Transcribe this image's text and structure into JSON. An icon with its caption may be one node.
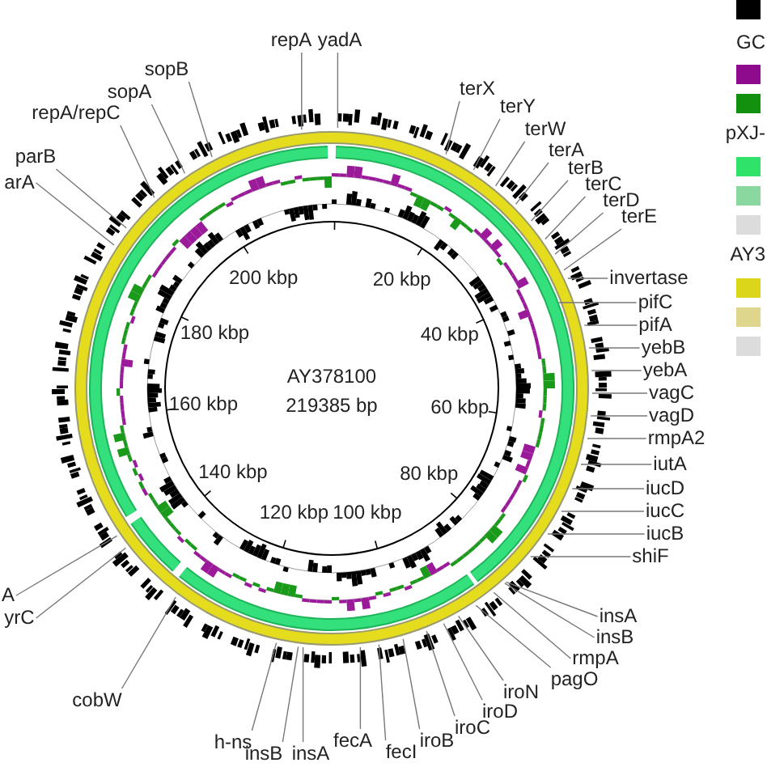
{
  "diagram": {
    "nodes": [
      {
        "text": [
          "repA"
        ]
      },
      {
        "text": [
          "yadA"
        ]
      },
      {
        "text": [
          "sopB"
        ]
      },
      {
        "text": [
          "sopA"
        ]
      },
      {
        "text": [
          "repA/repC"
        ]
      },
      {
        "text": [
          "parB"
        ]
      },
      {
        "text": [
          "arA"
        ]
      },
      {
        "text": [
          "terX"
        ]
      },
      {
        "text": [
          "terY"
        ]
      },
      {
        "text": [
          "terW"
        ]
      },
      {
        "text": [
          "terA"
        ]
      },
      {
        "text": [
          "terB"
        ]
      },
      {
        "text": [
          "terC"
        ]
      },
      {
        "text": [
          "terD"
        ]
      },
      {
        "text": [
          "terE"
        ]
      },
      {
        "text": [
          "invertase"
        ]
      },
      {
        "text": [
          "pifC"
        ]
      },
      {
        "text": [
          "pifA"
        ]
      },
      {
        "text": [
          "yebB"
        ]
      },
      {
        "text": [
          "yebA"
        ]
      },
      {
        "text": [
          "vagC"
        ]
      },
      {
        "text": [
          "vagD"
        ]
      },
      {
        "text": [
          "rmpA2"
        ]
      },
      {
        "text": [
          "iutA"
        ]
      },
      {
        "text": [
          "iucD"
        ]
      },
      {
        "text": [
          "iucC"
        ]
      },
      {
        "text": [
          "iucB"
        ]
      },
      {
        "text": [
          "shiF"
        ]
      },
      {
        "text": [
          "insA"
        ]
      },
      {
        "text": [
          "insB"
        ]
      },
      {
        "text": [
          "rmpA"
        ]
      },
      {
        "text": [
          "pagO"
        ]
      },
      {
        "text": [
          "iroN"
        ]
      },
      {
        "text": [
          "iroD"
        ]
      },
      {
        "text": [
          "iroC"
        ]
      },
      {
        "text": [
          "iroB"
        ]
      },
      {
        "text": [
          "fecI"
        ]
      },
      {
        "text": [
          "fecA"
        ]
      },
      {
        "text": [
          "insA"
        ]
      },
      {
        "text": [
          "insB"
        ]
      },
      {
        "text": [
          "h-ns"
        ]
      },
      {
        "text": [
          "cobW"
        ]
      },
      {
        "text": [
          "yrC"
        ]
      },
      {
        "text": [
          "A"
        ]
      }
    ],
    "edges": [
      {
        "from": 0,
        "to": null,
        "arrow": "none"
      },
      {
        "from": 1,
        "to": null,
        "arrow": "none"
      },
      {
        "from": 2,
        "to": null,
        "arrow": "none"
      },
      {
        "from": 3,
        "to": null,
        "arrow": "none"
      },
      {
        "from": 4,
        "to": null,
        "arrow": "none"
      },
      {
        "from": 5,
        "to": null,
        "arrow": "none"
      },
      {
        "from": 6,
        "to": null,
        "arrow": "none"
      },
      {
        "from": 7,
        "to": null,
        "arrow": "none"
      },
      {
        "from": 8,
        "to": null,
        "arrow": "none"
      },
      {
        "from": 9,
        "to": null,
        "arrow": "none"
      },
      {
        "from": 10,
        "to": null,
        "arrow": "none"
      },
      {
        "from": 11,
        "to": null,
        "arrow": "none"
      },
      {
        "from": 12,
        "to": null,
        "arrow": "none"
      },
      {
        "from": 13,
        "to": null,
        "arrow": "none"
      },
      {
        "from": 14,
        "to": null,
        "arrow": "none"
      },
      {
        "from": 15,
        "to": null,
        "arrow": "none"
      },
      {
        "from": 16,
        "to": null,
        "arrow": "none"
      },
      {
        "from": 17,
        "to": null,
        "arrow": "none"
      },
      {
        "from": 18,
        "to": null,
        "arrow": "none"
      },
      {
        "from": 19,
        "to": null,
        "arrow": "none"
      },
      {
        "from": 20,
        "to": null,
        "arrow": "none"
      },
      {
        "from": 21,
        "to": null,
        "arrow": "none"
      },
      {
        "from": 22,
        "to": null,
        "arrow": "none"
      },
      {
        "from": 23,
        "to": null,
        "arrow": "none"
      },
      {
        "from": 24,
        "to": null,
        "arrow": "none"
      },
      {
        "from": 25,
        "to": null,
        "arrow": "none"
      },
      {
        "from": 26,
        "to": null,
        "arrow": "none"
      },
      {
        "from": 27,
        "to": null,
        "arrow": "none"
      },
      {
        "from": 28,
        "to": null,
        "arrow": "none"
      },
      {
        "from": 29,
        "to": null,
        "arrow": "none"
      },
      {
        "from": 30,
        "to": null,
        "arrow": "none"
      },
      {
        "from": 31,
        "to": null,
        "arrow": "none"
      },
      {
        "from": 32,
        "to": null,
        "arrow": "none"
      },
      {
        "from": 33,
        "to": null,
        "arrow": "none"
      },
      {
        "from": 34,
        "to": null,
        "arrow": "none"
      },
      {
        "from": 35,
        "to": null,
        "arrow": "none"
      },
      {
        "from": 36,
        "to": null,
        "arrow": "none"
      },
      {
        "from": 37,
        "to": null,
        "arrow": "none"
      },
      {
        "from": 38,
        "to": null,
        "arrow": "none"
      },
      {
        "from": 39,
        "to": null,
        "arrow": "none"
      },
      {
        "from": 40,
        "to": null,
        "arrow": "none"
      },
      {
        "from": 41,
        "to": null,
        "arrow": "none"
      },
      {
        "from": 42,
        "to": null,
        "arrow": "none"
      },
      {
        "from": 43,
        "to": null,
        "arrow": "none"
      }
    ],
    "labels": [
      "GC",
      "pXJ-",
      "AY3",
      "200 kbp",
      "20 kbp",
      "180 kbp",
      "40 kbp",
      "160 kbp",
      "AY378100",
      "219385 bp",
      "60 kbp",
      "140 kbp",
      "80 kbp",
      "120 kbp",
      "100 kbp"
    ]
  }
}
